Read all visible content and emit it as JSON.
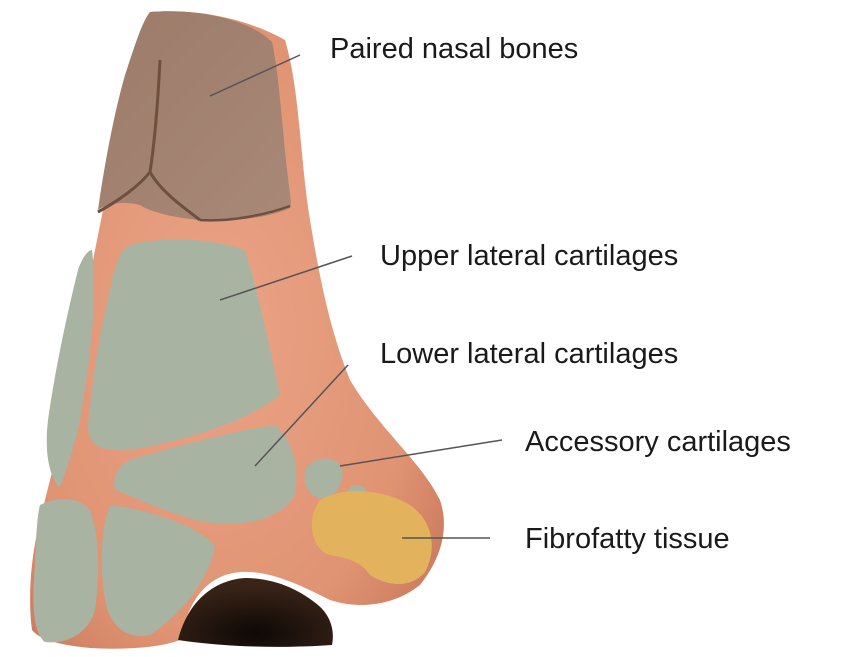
{
  "labels": {
    "nasal_bones": "Paired nasal bones",
    "upper_lateral": "Upper lateral cartilages",
    "lower_lateral": "Lower lateral cartilages",
    "accessory": "Accessory cartilages",
    "fibrofatty": "Fibrofatty tissue"
  },
  "colors": {
    "skin": "#e39a78",
    "skin_shadow": "#c9785a",
    "bone": "#a0806e",
    "bone_line": "#6e5040",
    "cartilage": "#a9b3a1",
    "fibrofatty": "#e3b25c",
    "nostril": "#2a1a14"
  }
}
